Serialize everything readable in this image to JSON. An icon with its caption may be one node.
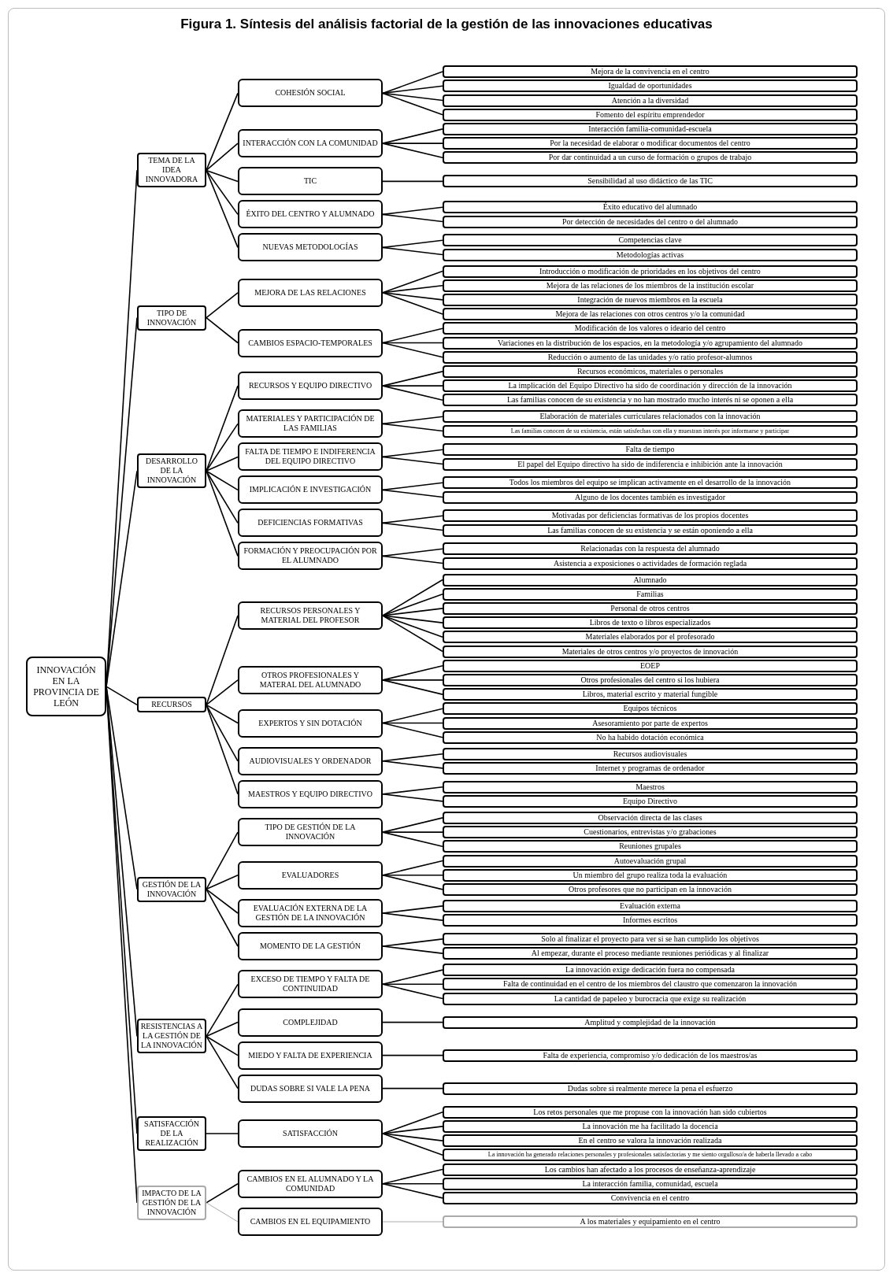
{
  "diagram": {
    "title": "Figura 1. Síntesis del análisis factorial de la gestión de las innovaciones educativas",
    "nodes": [
      {
        "text": [
          "INNOVACIÓN EN LA PROVINCIA DE LEÓN"
        ]
      },
      {
        "text": [
          "TEMA DE LA IDEA INNOVADORA"
        ]
      },
      {
        "text": [
          "COHESIÓN SOCIAL"
        ]
      },
      {
        "text": [
          "Mejora de la convivencia en el centro"
        ]
      },
      {
        "text": [
          "Igualdad de oportunidades"
        ]
      },
      {
        "text": [
          "Atención a la diversidad"
        ]
      },
      {
        "text": [
          "Fomento del espíritu emprendedor"
        ]
      },
      {
        "text": [
          "INTERACCIÓN CON LA COMUNIDAD"
        ]
      },
      {
        "text": [
          "Interacción familia-comunidad-escuela"
        ]
      },
      {
        "text": [
          "Por la necesidad de elaborar o modificar documentos del centro"
        ]
      },
      {
        "text": [
          "Por dar continuidad a un curso de formación o grupos de trabajo"
        ]
      },
      {
        "text": [
          "TIC"
        ]
      },
      {
        "text": [
          "Sensibilidad al uso didáctico de las TIC"
        ]
      },
      {
        "text": [
          "ÉXITO DEL CENTRO Y ALUMNADO"
        ]
      },
      {
        "text": [
          "Éxito educativo del alumnado"
        ]
      },
      {
        "text": [
          "Por detección de necesidades del centro o del alumnado"
        ]
      },
      {
        "text": [
          "NUEVAS METODOLOGÍAS"
        ]
      },
      {
        "text": [
          "Competencias clave"
        ]
      },
      {
        "text": [
          "Metodologías activas"
        ]
      },
      {
        "text": [
          "TIPO DE INNOVACIÓN"
        ]
      },
      {
        "text": [
          "MEJORA DE LAS RELACIONES"
        ]
      },
      {
        "text": [
          "Introducción o modificación de prioridades en los objetivos del centro"
        ]
      },
      {
        "text": [
          "Mejora de las relaciones de los miembros de la institución escolar"
        ]
      },
      {
        "text": [
          "Integración de nuevos miembros en la escuela"
        ]
      },
      {
        "text": [
          "Mejora de las relaciones con otros centros y/o la comunidad"
        ]
      },
      {
        "text": [
          "CAMBIOS ESPACIO-TEMPORALES"
        ]
      },
      {
        "text": [
          "Modificación de los valores o ideario del centro"
        ]
      },
      {
        "text": [
          "Variaciones en la distribución de los espacios, en la metodología y/o agrupamiento del alumnado"
        ]
      },
      {
        "text": [
          "Reducción o aumento de las unidades y/o ratio profesor-alumnos"
        ]
      },
      {
        "text": [
          "DESARROLLO DE LA INNOVACIÓN"
        ]
      },
      {
        "text": [
          "RECURSOS Y EQUIPO DIRECTIVO"
        ]
      },
      {
        "text": [
          "Recursos económicos, materiales o personales"
        ]
      },
      {
        "text": [
          "La implicación del Equipo Directivo ha sido de coordinación y dirección de la innovación"
        ]
      },
      {
        "text": [
          "Las familias conocen de su existencia y no han mostrado mucho interés ni se oponen a ella"
        ]
      },
      {
        "text": [
          "MATERIALES Y PARTICIPACIÓN DE LAS FAMILIAS"
        ]
      },
      {
        "text": [
          "Elaboración de materiales curriculares relacionados con la innovación"
        ]
      },
      {
        "text": [
          "Las familias conocen de su existencia, están satisfechas con ella y muestran interés por informarse y participar"
        ]
      },
      {
        "text": [
          "FALTA DE TIEMPO E INDIFERENCIA DEL EQUIPO DIRECTIVO"
        ]
      },
      {
        "text": [
          "Falta de tiempo"
        ]
      },
      {
        "text": [
          "El papel del Equipo directivo ha sido de indiferencia e inhibición ante la innovación"
        ]
      },
      {
        "text": [
          "IMPLICACIÓN E INVESTIGACIÓN"
        ]
      },
      {
        "text": [
          "Todos los miembros del equipo se implican activamente en el desarrollo de la innovación"
        ]
      },
      {
        "text": [
          "Alguno de los docentes también es investigador"
        ]
      },
      {
        "text": [
          "DEFICIENCIAS FORMATIVAS"
        ]
      },
      {
        "text": [
          "Motivadas por deficiencias formativas de los propios docentes"
        ]
      },
      {
        "text": [
          "Las familias conocen de su existencia y se están oponiendo a ella"
        ]
      },
      {
        "text": [
          "FORMACIÓN Y PREOCUPACIÓN POR EL ALUMNADO"
        ]
      },
      {
        "text": [
          "Relacionadas con la respuesta del alumnado"
        ]
      },
      {
        "text": [
          "Asistencia a exposiciones o actividades de formación reglada"
        ]
      },
      {
        "text": [
          "RECURSOS"
        ]
      },
      {
        "text": [
          "RECURSOS PERSONALES Y MATERIAL DEL PROFESOR"
        ]
      },
      {
        "text": [
          "Alumnado"
        ]
      },
      {
        "text": [
          "Familias"
        ]
      },
      {
        "text": [
          "Personal de otros centros"
        ]
      },
      {
        "text": [
          "Libros de texto o libros especializados"
        ]
      },
      {
        "text": [
          "Materiales elaborados por el profesorado"
        ]
      },
      {
        "text": [
          "Materiales de otros centros y/o proyectos de innovación"
        ]
      },
      {
        "text": [
          "OTROS PROFESIONALES Y MATERAL DEL ALUMNADO"
        ]
      },
      {
        "text": [
          "EOEP"
        ]
      },
      {
        "text": [
          "Otros profesionales del centro si los hubiera"
        ]
      },
      {
        "text": [
          "Libros, material escrito y material fungible"
        ]
      },
      {
        "text": [
          "EXPERTOS Y SIN DOTACIÓN"
        ]
      },
      {
        "text": [
          "Equipos técnicos"
        ]
      },
      {
        "text": [
          "Asesoramiento por parte de expertos"
        ]
      },
      {
        "text": [
          "No ha habido dotación económica"
        ]
      },
      {
        "text": [
          "AUDIOVISUALES Y ORDENADOR"
        ]
      },
      {
        "text": [
          "Recursos audiovisuales"
        ]
      },
      {
        "text": [
          "Internet y programas de ordenador"
        ]
      },
      {
        "text": [
          "MAESTROS Y EQUIPO DIRECTIVO"
        ]
      },
      {
        "text": [
          "Maestros"
        ]
      },
      {
        "text": [
          "Equipo Directivo"
        ]
      },
      {
        "text": [
          "GESTIÓN DE LA INNOVACIÓN"
        ]
      },
      {
        "text": [
          "TIPO DE GESTIÓN DE LA INNOVACIÓN"
        ]
      },
      {
        "text": [
          "Observación directa de las clases"
        ]
      },
      {
        "text": [
          "Cuestionarios, entrevistas y/o grabaciones"
        ]
      },
      {
        "text": [
          "Reuniones grupales"
        ]
      },
      {
        "text": [
          "EVALUADORES"
        ]
      },
      {
        "text": [
          "Autoevaluación grupal"
        ]
      },
      {
        "text": [
          "Un miembro del grupo realiza toda la evaluación"
        ]
      },
      {
        "text": [
          "Otros profesores que no participan en la innovación"
        ]
      },
      {
        "text": [
          "EVALUACIÓN EXTERNA DE LA GESTIÓN DE LA INNOVACIÓN"
        ]
      },
      {
        "text": [
          "Evaluación externa"
        ]
      },
      {
        "text": [
          "Informes escritos"
        ]
      },
      {
        "text": [
          "MOMENTO DE LA GESTIÓN"
        ]
      },
      {
        "text": [
          "Solo al finalizar el proyecto para ver si se han cumplido los objetivos"
        ]
      },
      {
        "text": [
          "Al empezar, durante el proceso mediante reuniones periódicas y al finalizar"
        ]
      },
      {
        "text": [
          "RESISTENCIAS A LA GESTIÓN DE LA INNOVACIÓN"
        ]
      },
      {
        "text": [
          "EXCESO DE TIEMPO Y FALTA DE CONTINUIDAD"
        ]
      },
      {
        "text": [
          "La innovación exige dedicación fuera no compensada"
        ]
      },
      {
        "text": [
          "Falta de continuidad en el centro de los miembros del claustro que comenzaron la innovación"
        ]
      },
      {
        "text": [
          "La cantidad de papeleo y burocracia que exige su realización"
        ]
      },
      {
        "text": [
          "COMPLEJIDAD"
        ]
      },
      {
        "text": [
          "Amplitud y complejidad de la innovación"
        ]
      },
      {
        "text": [
          "MIEDO Y FALTA DE EXPERIENCIA"
        ]
      },
      {
        "text": [
          "Falta de experiencia, compromiso y/o dedicación de los maestros/as"
        ]
      },
      {
        "text": [
          "DUDAS SOBRE SI VALE LA PENA"
        ]
      },
      {
        "text": [
          "Dudas sobre si realmente merece la pena el esfuerzo"
        ]
      },
      {
        "text": [
          "SATISFACCIÓN DE LA REALIZACIÓN"
        ]
      },
      {
        "text": [
          "SATISFACCIÓN"
        ]
      },
      {
        "text": [
          "Los retos personales que me propuse con la innovación han sido cubiertos"
        ]
      },
      {
        "text": [
          "La innovación me ha facilitado la docencia"
        ]
      },
      {
        "text": [
          "En el centro se valora la innovación realizada"
        ]
      },
      {
        "text": [
          "La innovación ha generado relaciones personales y profesionales satisfactorias y me siento orgulloso/a de haberla llevado a cabo"
        ]
      },
      {
        "text": [
          "IMPACTO DE LA GESTIÓN DE LA INNOVACIÓN"
        ]
      },
      {
        "text": [
          "CAMBIOS EN EL ALUMNADO Y LA COMUNIDAD"
        ]
      },
      {
        "text": [
          "Los cambios han afectado a los procesos de enseñanza-aprendizaje"
        ]
      },
      {
        "text": [
          "La interacción familia, comunidad, escuela"
        ]
      },
      {
        "text": [
          "Convivencia en el centro"
        ]
      },
      {
        "text": [
          "CAMBIOS EN EL EQUIPAMIENTO"
        ]
      },
      {
        "text": [
          "A los materiales y equipamiento en el centro"
        ]
      }
    ],
    "edges": [
      {
        "from": 0,
        "to": 1,
        "arrow": "none"
      },
      {
        "from": 1,
        "to": 2,
        "arrow": "none"
      },
      {
        "from": 2,
        "to": 3,
        "arrow": "none"
      },
      {
        "from": 2,
        "to": 4,
        "arrow": "none"
      },
      {
        "from": 2,
        "to": 5,
        "arrow": "none"
      },
      {
        "from": 2,
        "to": 6,
        "arrow": "none"
      },
      {
        "from": 1,
        "to": 7,
        "arrow": "none"
      },
      {
        "from": 7,
        "to": 8,
        "arrow": "none"
      },
      {
        "from": 7,
        "to": 9,
        "arrow": "none"
      },
      {
        "from": 7,
        "to": 10,
        "arrow": "none"
      },
      {
        "from": 1,
        "to": 11,
        "arrow": "none"
      },
      {
        "from": 11,
        "to": 12,
        "arrow": "none"
      },
      {
        "from": 1,
        "to": 13,
        "arrow": "none"
      },
      {
        "from": 13,
        "to": 14,
        "arrow": "none"
      },
      {
        "from": 13,
        "to": 15,
        "arrow": "none"
      },
      {
        "from": 1,
        "to": 16,
        "arrow": "none"
      },
      {
        "from": 16,
        "to": 17,
        "arrow": "none"
      },
      {
        "from": 16,
        "to": 18,
        "arrow": "none"
      },
      {
        "from": 0,
        "to": 19,
        "arrow": "none"
      },
      {
        "from": 19,
        "to": 20,
        "arrow": "none"
      },
      {
        "from": 20,
        "to": 21,
        "arrow": "none"
      },
      {
        "from": 20,
        "to": 22,
        "arrow": "none"
      },
      {
        "from": 20,
        "to": 23,
        "arrow": "none"
      },
      {
        "from": 20,
        "to": 24,
        "arrow": "none"
      },
      {
        "from": 19,
        "to": 25,
        "arrow": "none"
      },
      {
        "from": 25,
        "to": 26,
        "arrow": "none"
      },
      {
        "from": 25,
        "to": 27,
        "arrow": "none"
      },
      {
        "from": 25,
        "to": 28,
        "arrow": "none"
      },
      {
        "from": 0,
        "to": 29,
        "arrow": "none"
      },
      {
        "from": 29,
        "to": 30,
        "arrow": "none"
      },
      {
        "from": 30,
        "to": 31,
        "arrow": "none"
      },
      {
        "from": 30,
        "to": 32,
        "arrow": "none"
      },
      {
        "from": 30,
        "to": 33,
        "arrow": "none"
      },
      {
        "from": 29,
        "to": 34,
        "arrow": "none"
      },
      {
        "from": 34,
        "to": 35,
        "arrow": "none"
      },
      {
        "from": 34,
        "to": 36,
        "arrow": "none"
      },
      {
        "from": 29,
        "to": 37,
        "arrow": "none"
      },
      {
        "from": 37,
        "to": 38,
        "arrow": "none"
      },
      {
        "from": 37,
        "to": 39,
        "arrow": "none"
      },
      {
        "from": 29,
        "to": 40,
        "arrow": "none"
      },
      {
        "from": 40,
        "to": 41,
        "arrow": "none"
      },
      {
        "from": 40,
        "to": 42,
        "arrow": "none"
      },
      {
        "from": 29,
        "to": 43,
        "arrow": "none"
      },
      {
        "from": 43,
        "to": 44,
        "arrow": "none"
      },
      {
        "from": 43,
        "to": 45,
        "arrow": "none"
      },
      {
        "from": 29,
        "to": 46,
        "arrow": "none"
      },
      {
        "from": 46,
        "to": 47,
        "arrow": "none"
      },
      {
        "from": 46,
        "to": 48,
        "arrow": "none"
      },
      {
        "from": 0,
        "to": 49,
        "arrow": "none"
      },
      {
        "from": 49,
        "to": 50,
        "arrow": "none"
      },
      {
        "from": 50,
        "to": 51,
        "arrow": "none"
      },
      {
        "from": 50,
        "to": 52,
        "arrow": "none"
      },
      {
        "from": 50,
        "to": 53,
        "arrow": "none"
      },
      {
        "from": 50,
        "to": 54,
        "arrow": "none"
      },
      {
        "from": 50,
        "to": 55,
        "arrow": "none"
      },
      {
        "from": 50,
        "to": 56,
        "arrow": "none"
      },
      {
        "from": 49,
        "to": 57,
        "arrow": "none"
      },
      {
        "from": 57,
        "to": 58,
        "arrow": "none"
      },
      {
        "from": 57,
        "to": 59,
        "arrow": "none"
      },
      {
        "from": 57,
        "to": 60,
        "arrow": "none"
      },
      {
        "from": 49,
        "to": 61,
        "arrow": "none"
      },
      {
        "from": 61,
        "to": 62,
        "arrow": "none"
      },
      {
        "from": 61,
        "to": 63,
        "arrow": "none"
      },
      {
        "from": 61,
        "to": 64,
        "arrow": "none"
      },
      {
        "from": 49,
        "to": 65,
        "arrow": "none"
      },
      {
        "from": 65,
        "to": 66,
        "arrow": "none"
      },
      {
        "from": 65,
        "to": 67,
        "arrow": "none"
      },
      {
        "from": 49,
        "to": 68,
        "arrow": "none"
      },
      {
        "from": 68,
        "to": 69,
        "arrow": "none"
      },
      {
        "from": 68,
        "to": 70,
        "arrow": "none"
      },
      {
        "from": 0,
        "to": 71,
        "arrow": "none"
      },
      {
        "from": 71,
        "to": 72,
        "arrow": "none"
      },
      {
        "from": 72,
        "to": 73,
        "arrow": "none"
      },
      {
        "from": 72,
        "to": 74,
        "arrow": "none"
      },
      {
        "from": 72,
        "to": 75,
        "arrow": "none"
      },
      {
        "from": 71,
        "to": 76,
        "arrow": "none"
      },
      {
        "from": 76,
        "to": 77,
        "arrow": "none"
      },
      {
        "from": 76,
        "to": 78,
        "arrow": "none"
      },
      {
        "from": 76,
        "to": 79,
        "arrow": "none"
      },
      {
        "from": 71,
        "to": 80,
        "arrow": "none"
      },
      {
        "from": 80,
        "to": 81,
        "arrow": "none"
      },
      {
        "from": 80,
        "to": 82,
        "arrow": "none"
      },
      {
        "from": 71,
        "to": 83,
        "arrow": "none"
      },
      {
        "from": 83,
        "to": 84,
        "arrow": "none"
      },
      {
        "from": 83,
        "to": 85,
        "arrow": "none"
      },
      {
        "from": 0,
        "to": 86,
        "arrow": "none"
      },
      {
        "from": 86,
        "to": 87,
        "arrow": "none"
      },
      {
        "from": 87,
        "to": 88,
        "arrow": "none"
      },
      {
        "from": 87,
        "to": 89,
        "arrow": "none"
      },
      {
        "from": 87,
        "to": 90,
        "arrow": "none"
      },
      {
        "from": 86,
        "to": 91,
        "arrow": "none"
      },
      {
        "from": 91,
        "to": 92,
        "arrow": "none"
      },
      {
        "from": 86,
        "to": 93,
        "arrow": "none"
      },
      {
        "from": 93,
        "to": 94,
        "arrow": "none"
      },
      {
        "from": 86,
        "to": 95,
        "arrow": "none"
      },
      {
        "from": 95,
        "to": 96,
        "arrow": "none"
      },
      {
        "from": 0,
        "to": 97,
        "arrow": "none"
      },
      {
        "from": 97,
        "to": 98,
        "arrow": "none"
      },
      {
        "from": 98,
        "to": 99,
        "arrow": "none"
      },
      {
        "from": 98,
        "to": 100,
        "arrow": "none"
      },
      {
        "from": 98,
        "to": 101,
        "arrow": "none"
      },
      {
        "from": 98,
        "to": 102,
        "arrow": "none"
      },
      {
        "from": 0,
        "to": 103,
        "arrow": "none"
      },
      {
        "from": 103,
        "to": 104,
        "arrow": "none"
      },
      {
        "from": 104,
        "to": 105,
        "arrow": "none"
      },
      {
        "from": 104,
        "to": 106,
        "arrow": "none"
      },
      {
        "from": 104,
        "to": 107,
        "arrow": "none"
      },
      {
        "from": 103,
        "to": 108,
        "arrow": "none",
        "color": "#aaaaaa"
      },
      {
        "from": 108,
        "to": 109,
        "arrow": "none",
        "color": "#aaaaaa"
      }
    ]
  }
}
